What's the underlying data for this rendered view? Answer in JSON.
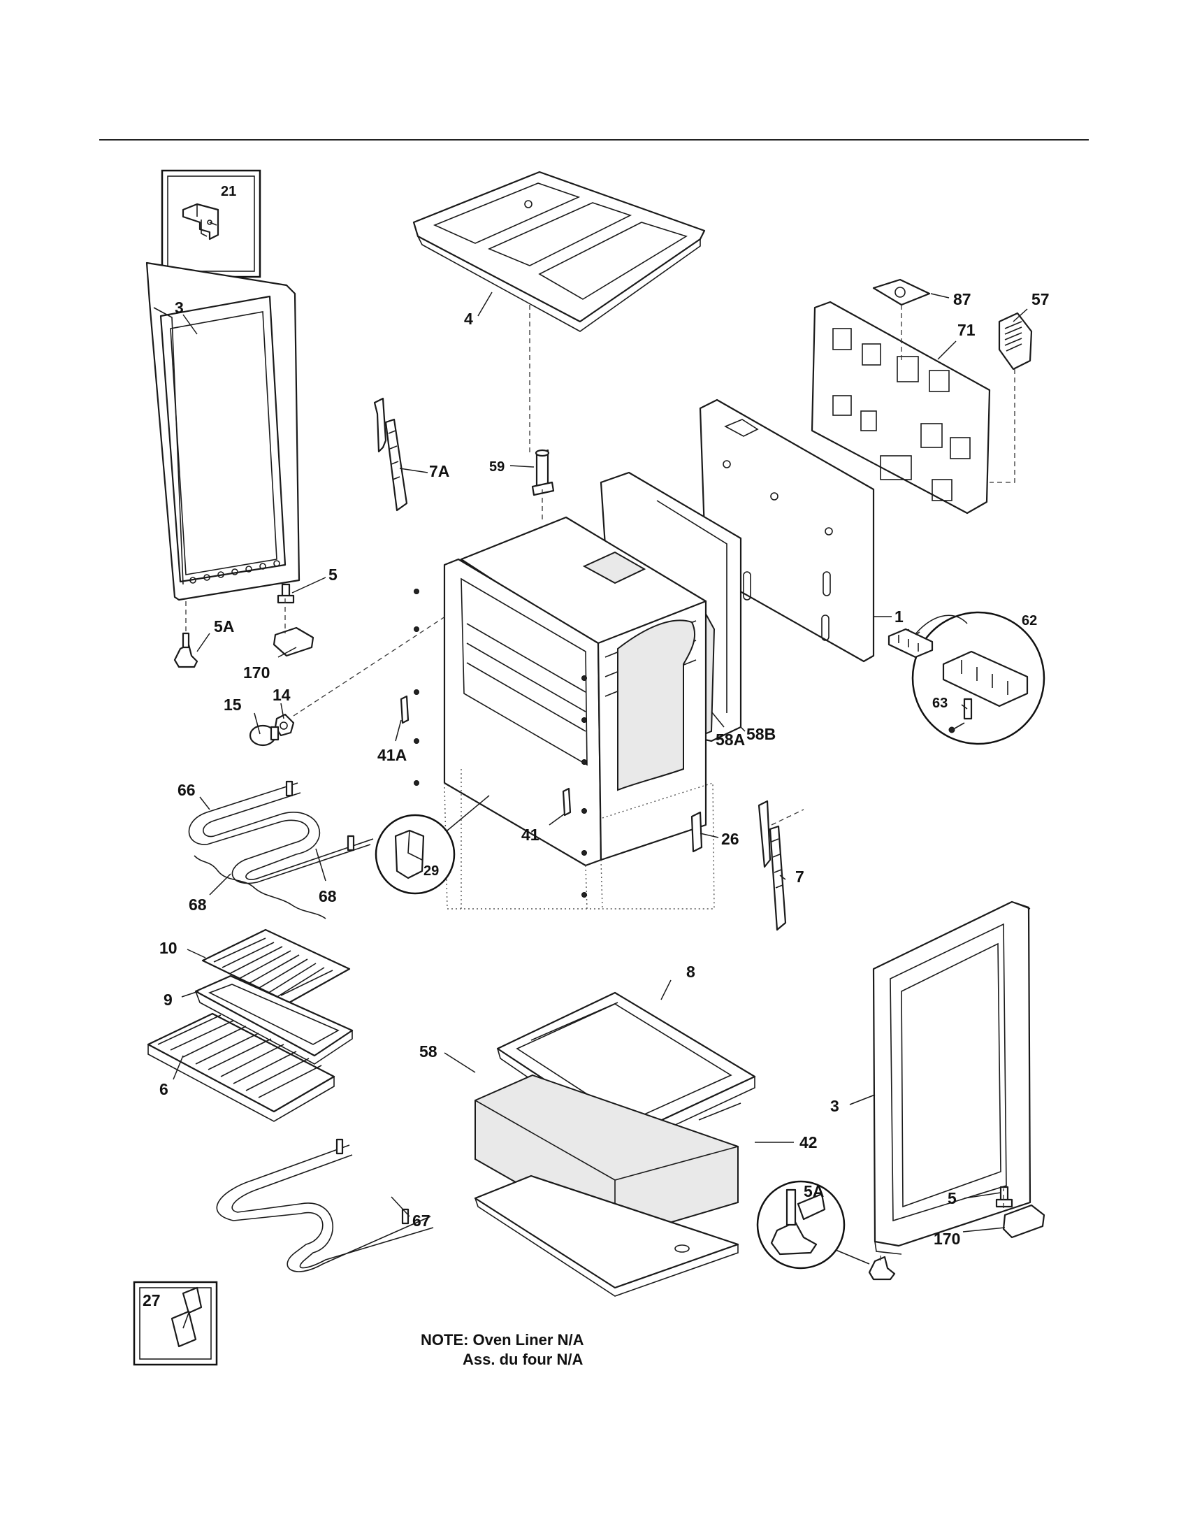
{
  "labels": {
    "l21": "21",
    "l4": "4",
    "l87": "87",
    "l57": "57",
    "l71": "71",
    "l3a": "3",
    "l7A": "7A",
    "l59": "59",
    "l5a": "5",
    "l5Aa": "5A",
    "l170a": "170",
    "l14": "14",
    "l15": "15",
    "l1": "1",
    "l62": "62",
    "l63": "63",
    "l41A": "41A",
    "l58A": "58A",
    "l58B": "58B",
    "l66": "66",
    "l41": "41",
    "l26": "26",
    "l29": "29",
    "l7": "7",
    "l68a": "68",
    "l68b": "68",
    "l8": "8",
    "l10": "10",
    "l9": "9",
    "l58": "58",
    "l6": "6",
    "l3b": "3",
    "l42": "42",
    "l5Ab": "5A",
    "l5b": "5",
    "l170b": "170",
    "l67": "67",
    "l27": "27"
  },
  "note": {
    "line1": "NOTE: Oven Liner N/A",
    "line2": "Ass. du four N/A"
  }
}
